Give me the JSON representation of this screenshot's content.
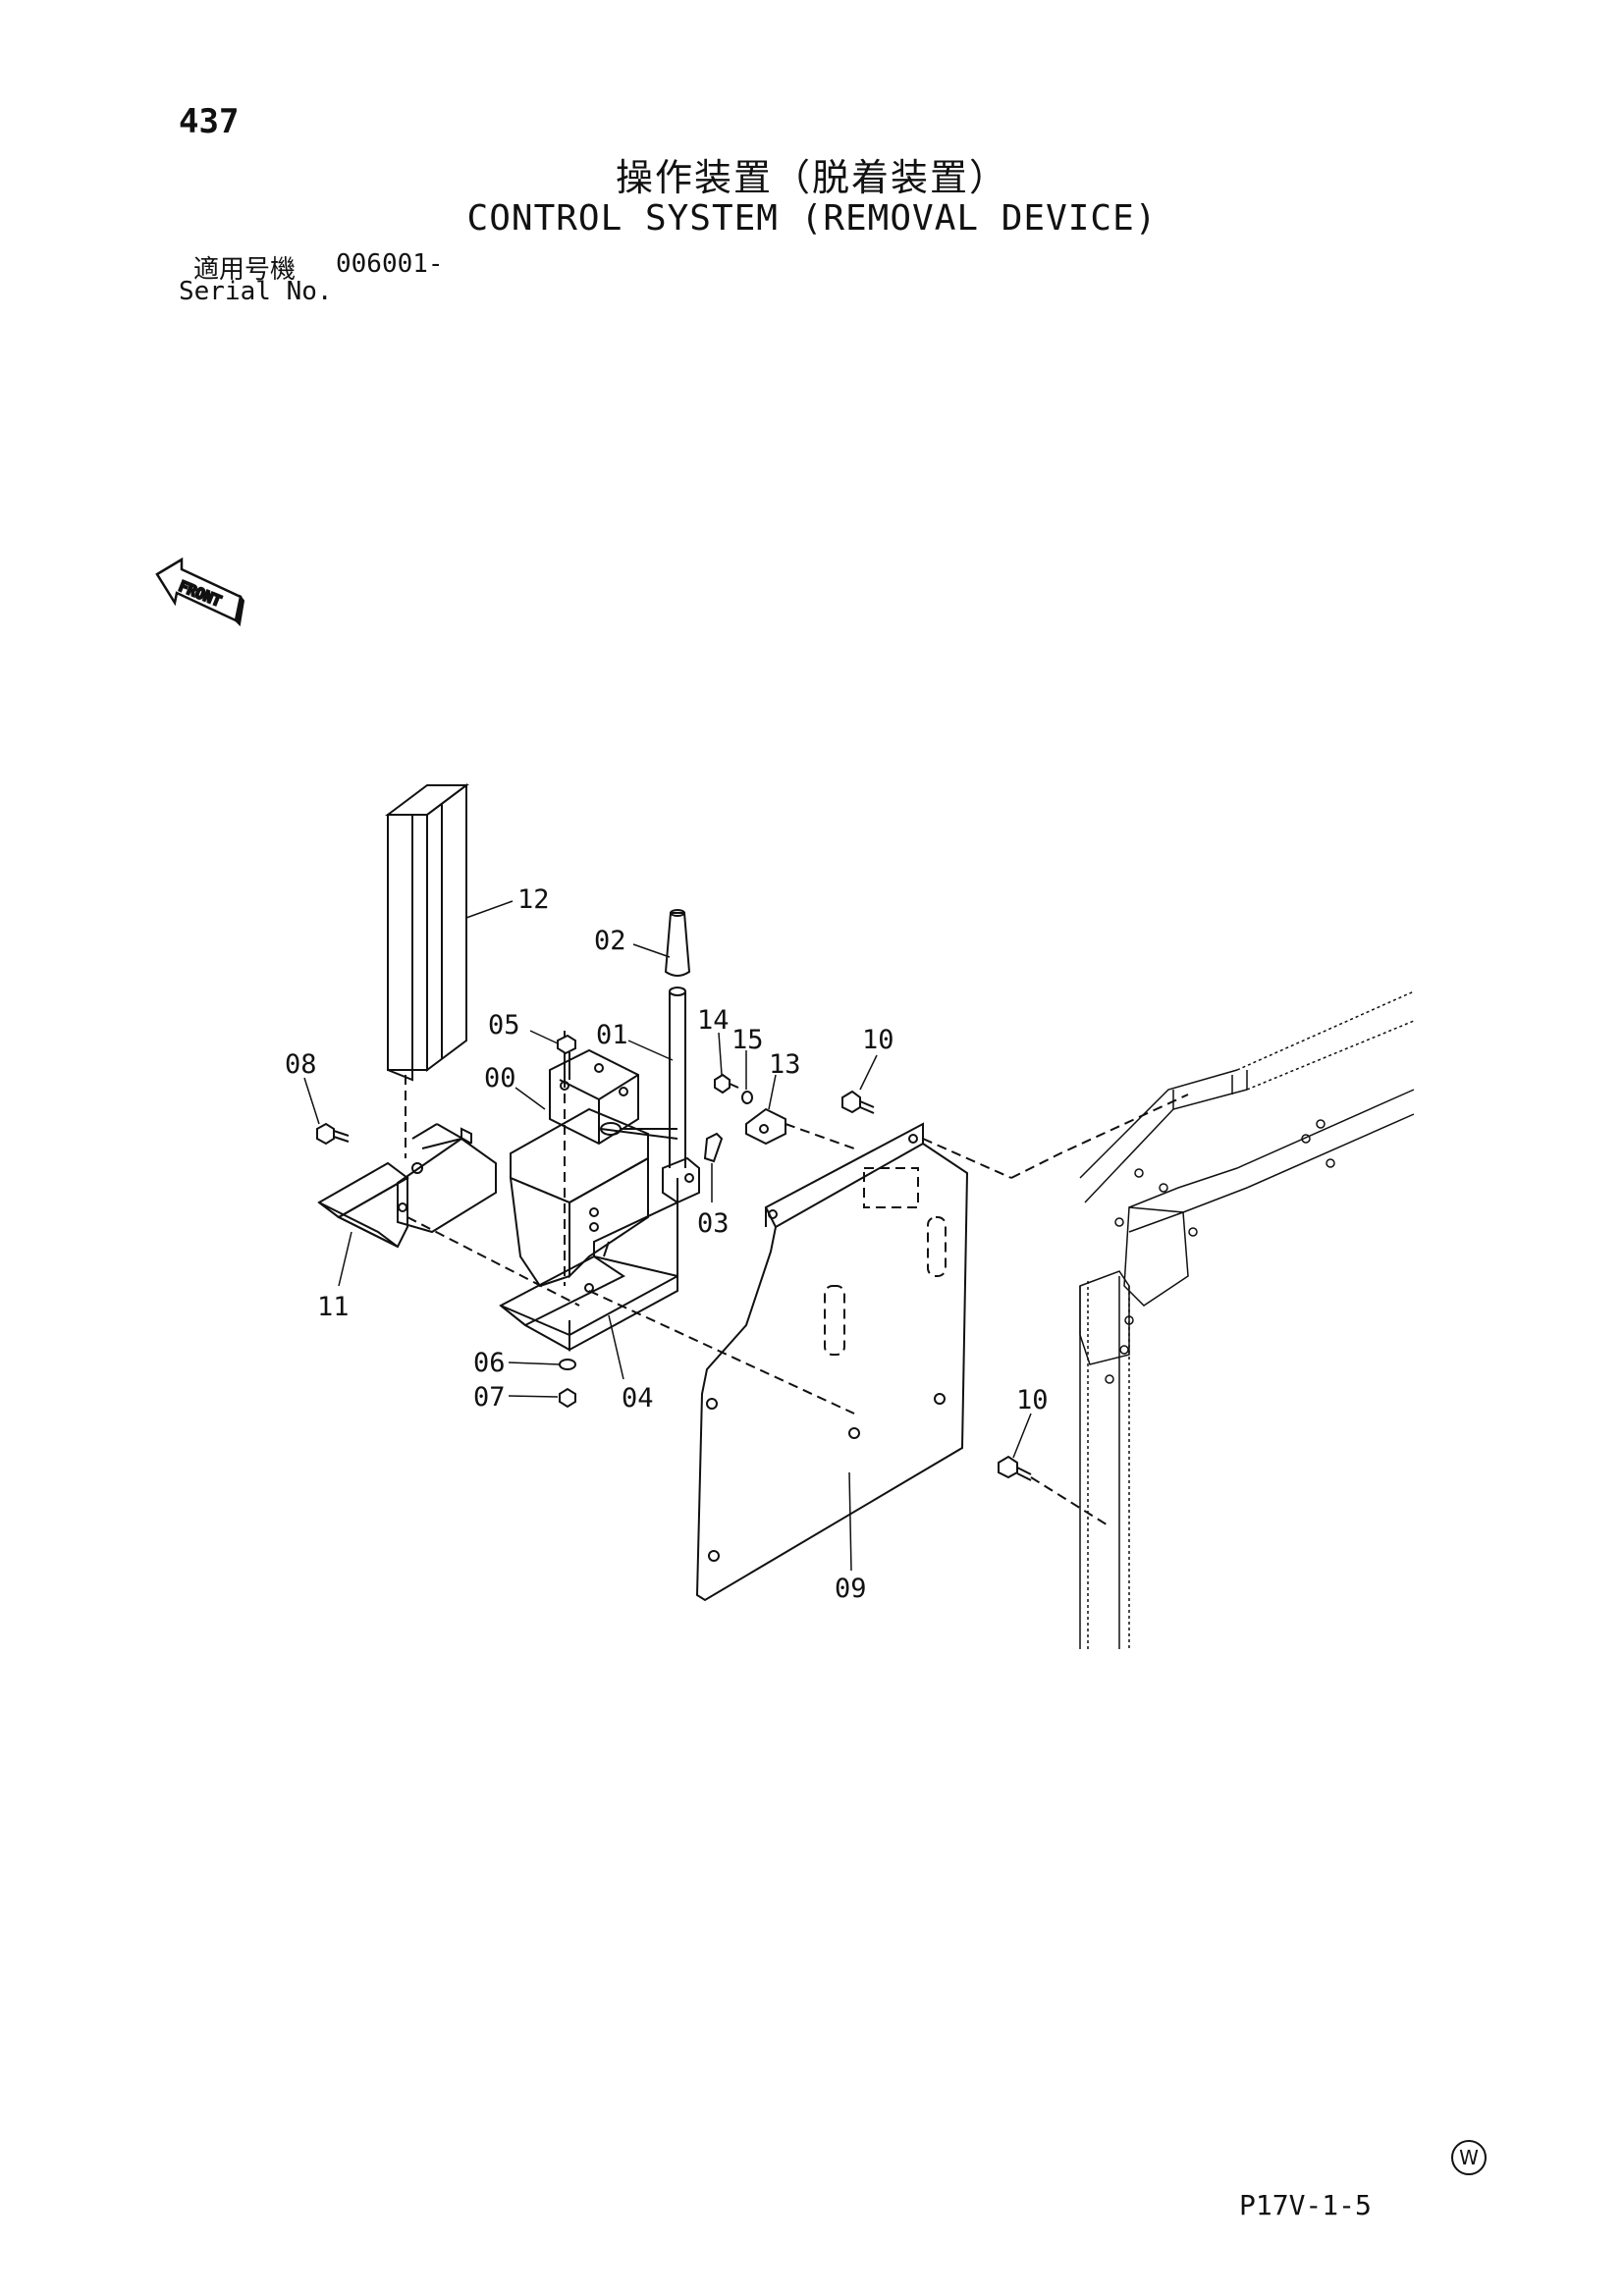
{
  "header": {
    "page_number": "437",
    "title_jp": "操作装置（脱着装置）",
    "title_en": "CONTROL SYSTEM (REMOVAL DEVICE)",
    "serial_label_jp": "適用号機",
    "serial_value": "006001-",
    "serial_label_en": "Serial No."
  },
  "diagram": {
    "front_label": "FRONT",
    "callouts": [
      "12",
      "02",
      "05",
      "01",
      "14",
      "15",
      "13",
      "10",
      "08",
      "00",
      "03",
      "11",
      "06",
      "07",
      "04",
      "10",
      "09"
    ]
  },
  "footer": {
    "mark": "W",
    "figure_code": "P17V-1-5"
  }
}
